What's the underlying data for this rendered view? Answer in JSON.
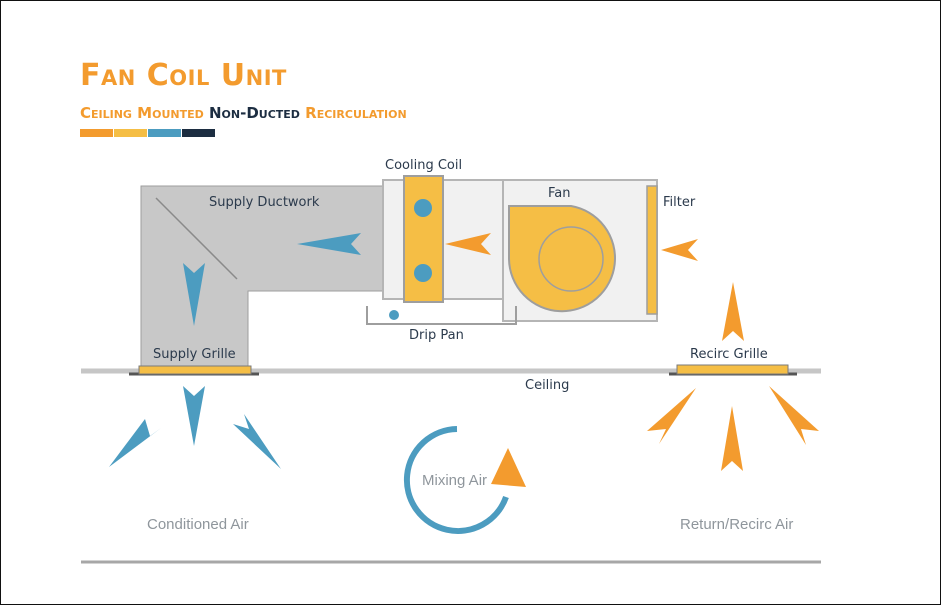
{
  "title": "Fan Coil Unit",
  "subtitle": {
    "part1": "Ceiling Mounted",
    "part2": "Non-Ducted",
    "part3": "Recirculation"
  },
  "colors": {
    "orange": "#F39B2E",
    "yellow": "#F5BE45",
    "blue": "#4C9CC0",
    "navy": "#1C2D41",
    "grey": "#C8C8C8"
  },
  "labels": {
    "cooling_coil": "Cooling Coil",
    "fan": "Fan",
    "filter": "Filter",
    "supply_ductwork": "Supply Ductwork",
    "drip_pan": "Drip Pan",
    "supply_grille": "Supply Grille",
    "recirc_grille": "Recirc Grille",
    "ceiling": "Ceiling",
    "mixing_air": "Mixing Air",
    "conditioned_air": "Conditioned Air",
    "return_recirc_air": "Return/Recirc Air"
  }
}
